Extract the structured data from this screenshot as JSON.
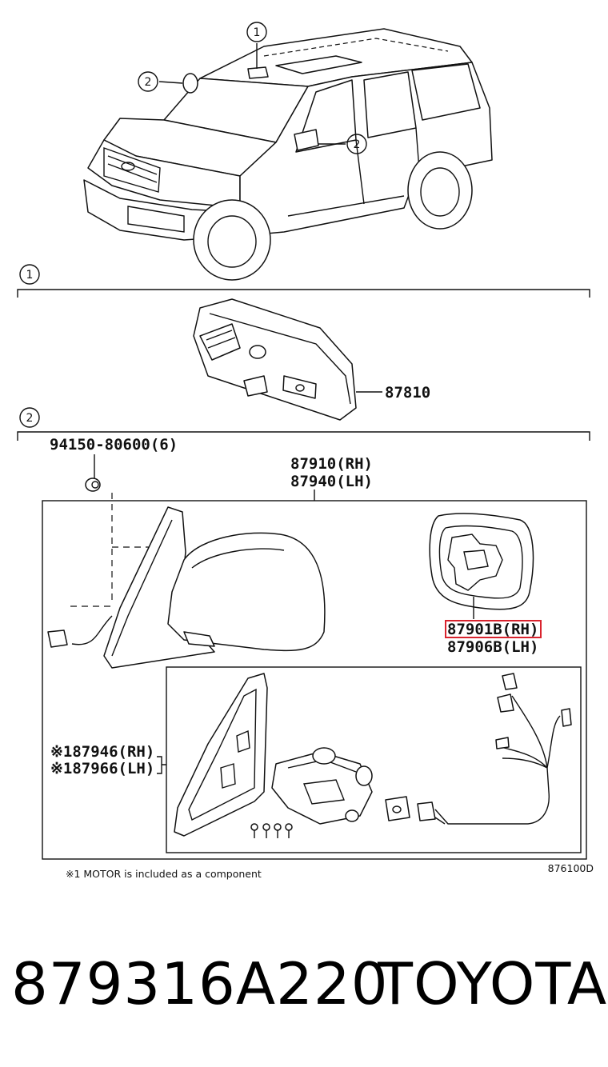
{
  "callouts": {
    "c1_car": "1",
    "c2_car_windshield": "2",
    "c2_car_door": "2",
    "c1_section": "1",
    "c2_section": "2"
  },
  "parts": {
    "inner_mirror": "87810",
    "grommet": "94150-80600(6)",
    "outer_mirror_rh": "87910(RH)",
    "outer_mirror_lh": "87940(LH)",
    "mirror_glass_rh": "87901B(RH)",
    "mirror_glass_lh": "87906B(LH)",
    "motor_rh": "※187946(RH)",
    "motor_lh": "※187966(LH)"
  },
  "footnote": "※1 MOTOR is included as a component",
  "diagram_code": "876100D",
  "part_number": "879316A220",
  "brand": "TOYOTA",
  "colors": {
    "highlight": "#d9232e",
    "line": "#111111"
  }
}
